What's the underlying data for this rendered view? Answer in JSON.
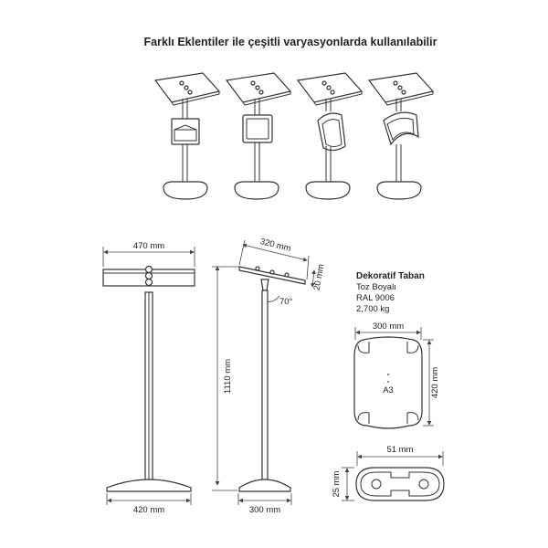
{
  "title": "Farklı Eklentiler ile çeşitli varyasyonlarda kullanılabilir",
  "dimensions": {
    "front_width": "470 mm",
    "front_base": "420 mm",
    "side_top": "320 mm",
    "side_thickness": "20 mm",
    "angle": "70°",
    "height": "1110 mm",
    "side_base": "300 mm",
    "base_width": "300 mm",
    "base_depth": "420 mm",
    "profile_width": "51 mm",
    "profile_depth": "25 mm"
  },
  "base_info": {
    "name": "Dekoratif Taban",
    "finish": "Toz Boyalı",
    "color": "RAL 9006",
    "weight": "2,700 kg",
    "label": "A3"
  }
}
